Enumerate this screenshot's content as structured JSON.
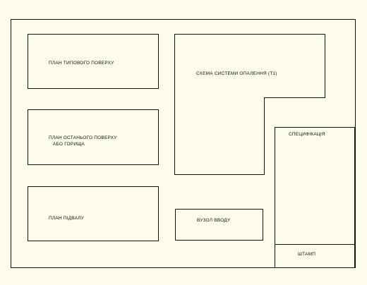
{
  "sheet": {
    "blocks": {
      "typical_floor_plan": "ПЛАН  ТИПОВОГО ПОВЕРХУ",
      "last_floor_plan_line1": "ПЛАН  ОСТАНЬОГО ПОВЕРХУ",
      "last_floor_plan_line2": "АБО ГОРИЩА",
      "basement_plan": "ПЛАН  ПІДВАЛУ",
      "heating_scheme": "СХЕМА  СИСТЕМИ  ОПАЛЕННЯ (Т1)",
      "inlet_node": "ВУЗОЛ  ВВОДУ",
      "specification": "СПЕЦИФІКАЦІЯ",
      "stamp": "ШТАМП"
    }
  }
}
